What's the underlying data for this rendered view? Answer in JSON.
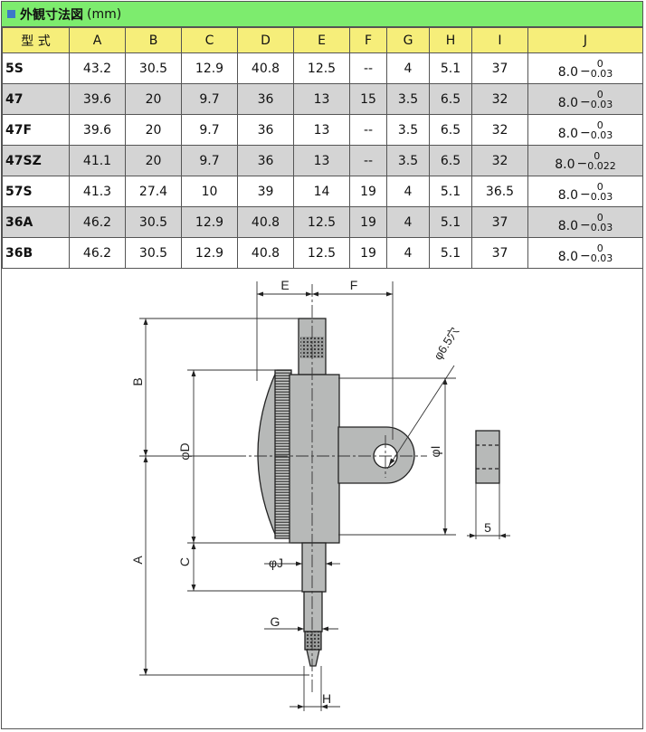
{
  "header": {
    "title": "外観寸法図",
    "unit": "(mm)"
  },
  "columns": [
    "型 式",
    "A",
    "B",
    "C",
    "D",
    "E",
    "F",
    "G",
    "H",
    "I",
    "J"
  ],
  "rows": [
    {
      "model": "5S",
      "A": "43.2",
      "B": "30.5",
      "C": "12.9",
      "D": "40.8",
      "E": "12.5",
      "F": "--",
      "G": "4",
      "H": "5.1",
      "I": "37",
      "J_base": "8.0",
      "J_upper": "0",
      "J_lower": "0.03"
    },
    {
      "model": "47",
      "A": "39.6",
      "B": "20",
      "C": "9.7",
      "D": "36",
      "E": "13",
      "F": "15",
      "G": "3.5",
      "H": "6.5",
      "I": "32",
      "J_base": "8.0",
      "J_upper": "0",
      "J_lower": "0.03"
    },
    {
      "model": "47F",
      "A": "39.6",
      "B": "20",
      "C": "9.7",
      "D": "36",
      "E": "13",
      "F": "--",
      "G": "3.5",
      "H": "6.5",
      "I": "32",
      "J_base": "8.0",
      "J_upper": "0",
      "J_lower": "0.03"
    },
    {
      "model": "47SZ",
      "A": "41.1",
      "B": "20",
      "C": "9.7",
      "D": "36",
      "E": "13",
      "F": "--",
      "G": "3.5",
      "H": "6.5",
      "I": "32",
      "J_base": "8.0",
      "J_upper": "0",
      "J_lower": "0.022"
    },
    {
      "model": "57S",
      "A": "41.3",
      "B": "27.4",
      "C": "10",
      "D": "39",
      "E": "14",
      "F": "19",
      "G": "4",
      "H": "5.1",
      "I": "36.5",
      "J_base": "8.0",
      "J_upper": "0",
      "J_lower": "0.03"
    },
    {
      "model": "36A",
      "A": "46.2",
      "B": "30.5",
      "C": "12.9",
      "D": "40.8",
      "E": "12.5",
      "F": "19",
      "G": "4",
      "H": "5.1",
      "I": "37",
      "J_base": "8.0",
      "J_upper": "0",
      "J_lower": "0.03"
    },
    {
      "model": "36B",
      "A": "46.2",
      "B": "30.5",
      "C": "12.9",
      "D": "40.8",
      "E": "12.5",
      "F": "19",
      "G": "4",
      "H": "5.1",
      "I": "37",
      "J_base": "8.0",
      "J_upper": "0",
      "J_lower": "0.03"
    }
  ],
  "drawing": {
    "labels": {
      "E": "E",
      "F": "F",
      "B": "B",
      "A": "A",
      "C": "C",
      "phiD": "φD",
      "phiI": "φI",
      "phiJ": "φJ",
      "G": "G",
      "H": "H",
      "hole": "φ6.5穴",
      "thickness": "5"
    }
  },
  "colors": {
    "title_bg": "#7dec6e",
    "header_bg": "#f6ee7a",
    "alt_row_bg": "#d4d4d4",
    "body_fill": "#b7b9b8"
  }
}
